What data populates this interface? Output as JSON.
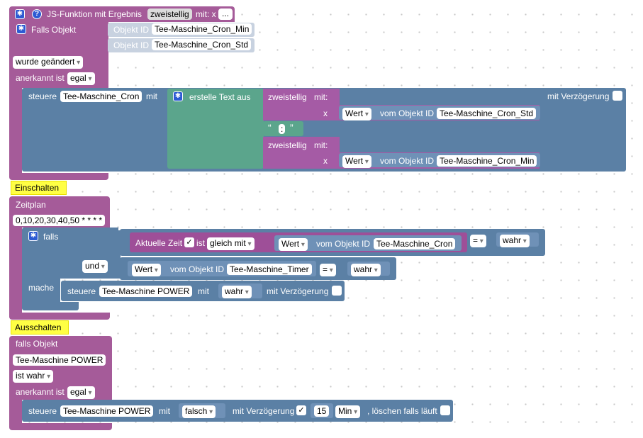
{
  "func": {
    "title": "JS-Funktion mit Ergebnis",
    "name": "zweistellig",
    "params": "mit: x",
    "dots": "..."
  },
  "trigger1": {
    "falls_objekt": "Falls Objekt",
    "oid_label": "Objekt ID",
    "oid1": "Tee-Maschine_Cron_Min",
    "oid2": "Tee-Maschine_Cron_Std",
    "changed": "wurde geändert",
    "ack_label": "anerkannt ist",
    "ack_value": "egal"
  },
  "control1": {
    "steuere": "steuere",
    "target": "Tee-Maschine_Cron",
    "mit": "mit",
    "create_text": "erstelle Text aus",
    "call1": "zweistellig",
    "call_mit": "mit:",
    "x_label": "x",
    "wert": "Wert",
    "vom_objekt_id": "vom Objekt ID",
    "src1": "Tee-Maschine_Cron_Std",
    "quote_open": "“",
    "colon": ":",
    "quote_close": "”",
    "call2": "zweistellig",
    "src2": "Tee-Maschine_Cron_Min",
    "delay": "mit Verzögerung"
  },
  "comment1": "Einschalten",
  "schedule": {
    "label": "Zeitplan",
    "cron": "0,10,20,30,40,50 * * * *",
    "falls": "falls",
    "mache": "mache",
    "und": "und",
    "actual_time": "Aktuelle Zeit",
    "ist": "ist",
    "equal": "gleich mit",
    "wert": "Wert",
    "vom_objekt_id": "vom Objekt ID",
    "cron_src": "Tee-Maschine_Cron",
    "eq": "=",
    "wahr": "wahr",
    "timer_src": "Tee-Maschine_Timer",
    "steuere": "steuere",
    "power": "Tee-Maschine POWER",
    "mit": "mit",
    "delay": "mit Verzögerung"
  },
  "comment2": "Ausschalten",
  "trigger2": {
    "falls_objekt": "falls Objekt",
    "object": "Tee-Maschine POWER",
    "ist_wahr": "ist wahr",
    "ack_label": "anerkannt ist",
    "ack_value": "egal",
    "steuere": "steuere",
    "target": "Tee-Maschine POWER",
    "mit": "mit",
    "falsch": "falsch",
    "delay": "mit Verzögerung",
    "amount": "15",
    "unit": "Min",
    "clear": ", löschen falls läuft"
  },
  "colors": {
    "trigger": "#a55b99",
    "action": "#5b80a5",
    "text": "#5ba58c",
    "function": "#a55ba5",
    "comment": "#ffff44"
  }
}
